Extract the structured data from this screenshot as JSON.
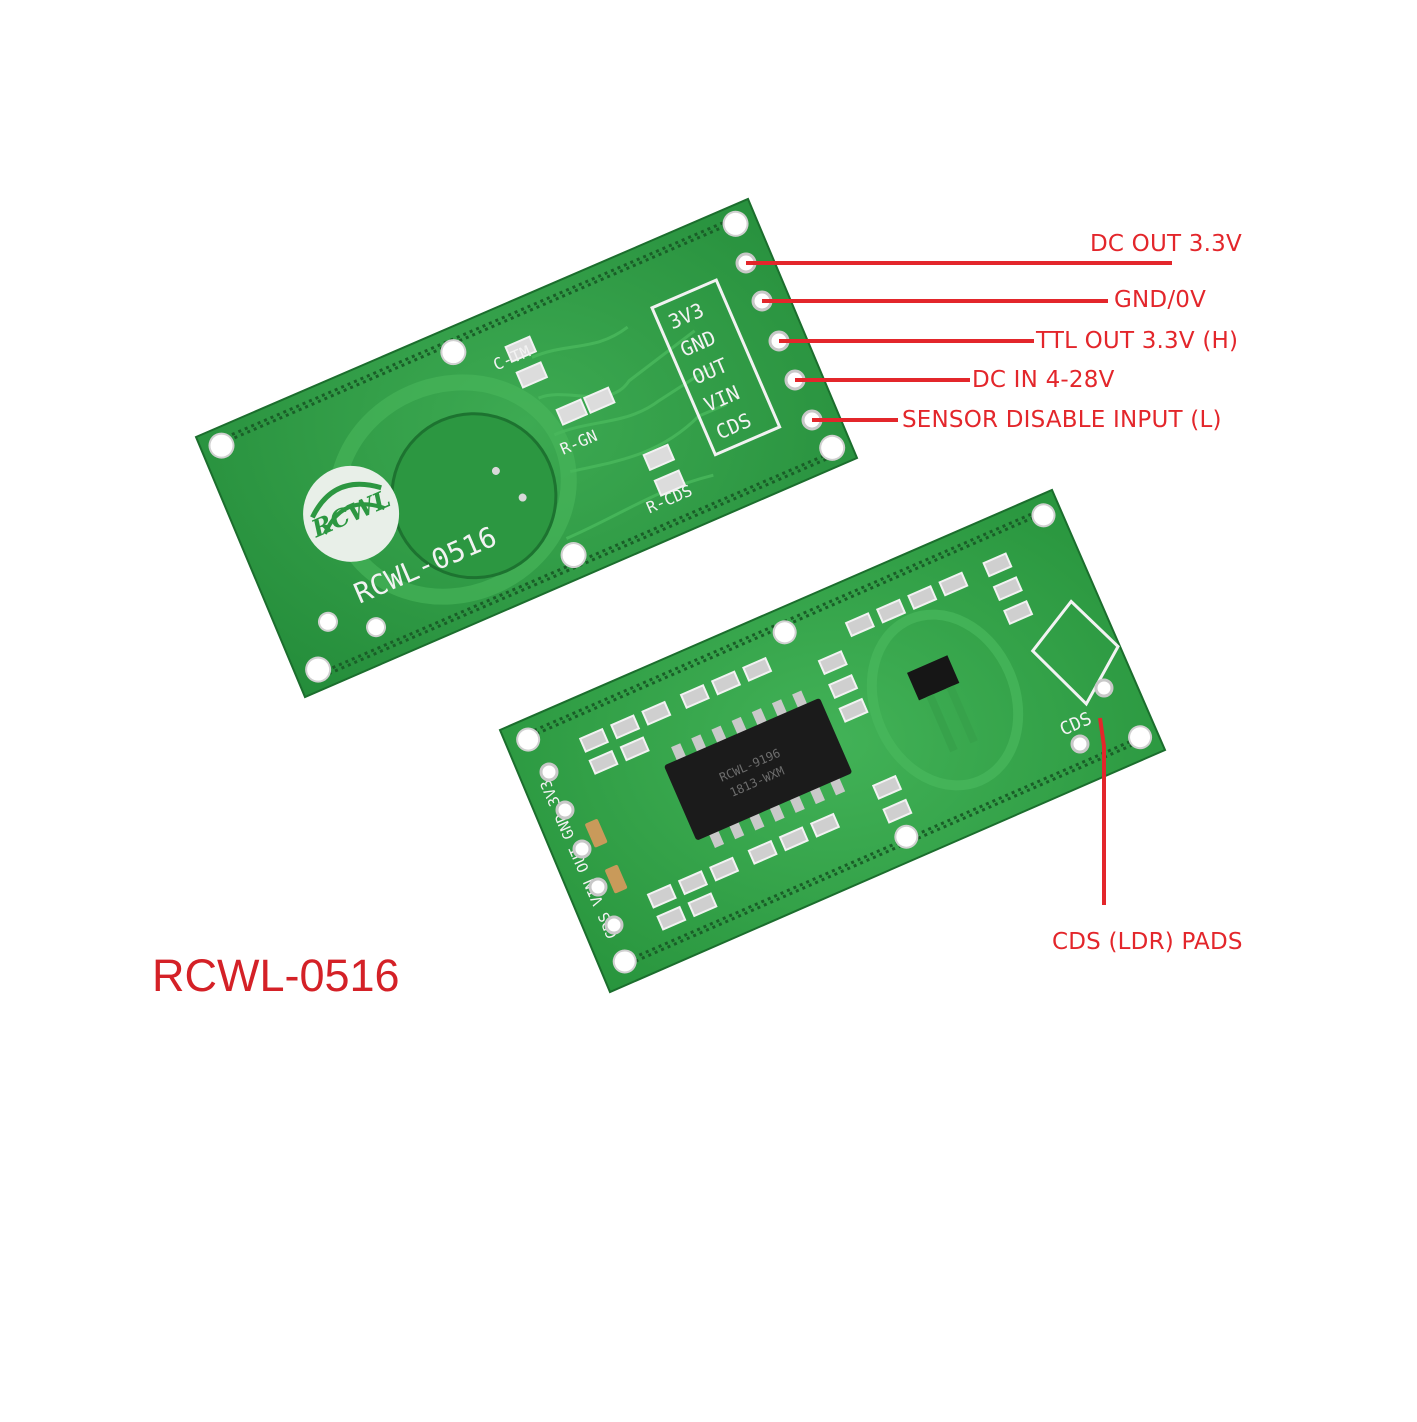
{
  "caption": "RCWL-0516",
  "pin_callouts": [
    {
      "label": "DC OUT 3.3V"
    },
    {
      "label": "GND/0V"
    },
    {
      "label": "TTL OUT 3.3V (H)"
    },
    {
      "label": "DC IN 4-28V"
    },
    {
      "label": "SENSOR DISABLE INPUT (L)"
    }
  ],
  "cds_callout": "CDS (LDR) PADS",
  "front_board": {
    "logo_text": "RCWL",
    "model_silkscreen": "RCWL-0516",
    "pin_silkscreen": [
      "3V3",
      "GND",
      "OUT",
      "VIN",
      "CDS"
    ],
    "component_labels": [
      "C-TM",
      "R-GN",
      "R-CDS"
    ]
  },
  "back_board": {
    "pin_silkscreen": "CDS VIN OUT GND 3V3",
    "cds_silkscreen": "CDS",
    "chip_marking": [
      "RCWL-9196",
      "1813-WXM"
    ]
  },
  "colors": {
    "callout": "#e3262b",
    "pcb": "#2e9a44",
    "pcb_dark": "#1f7a33",
    "copper_pad": "#d9d9d9",
    "silkscreen": "#f2f2f2"
  }
}
